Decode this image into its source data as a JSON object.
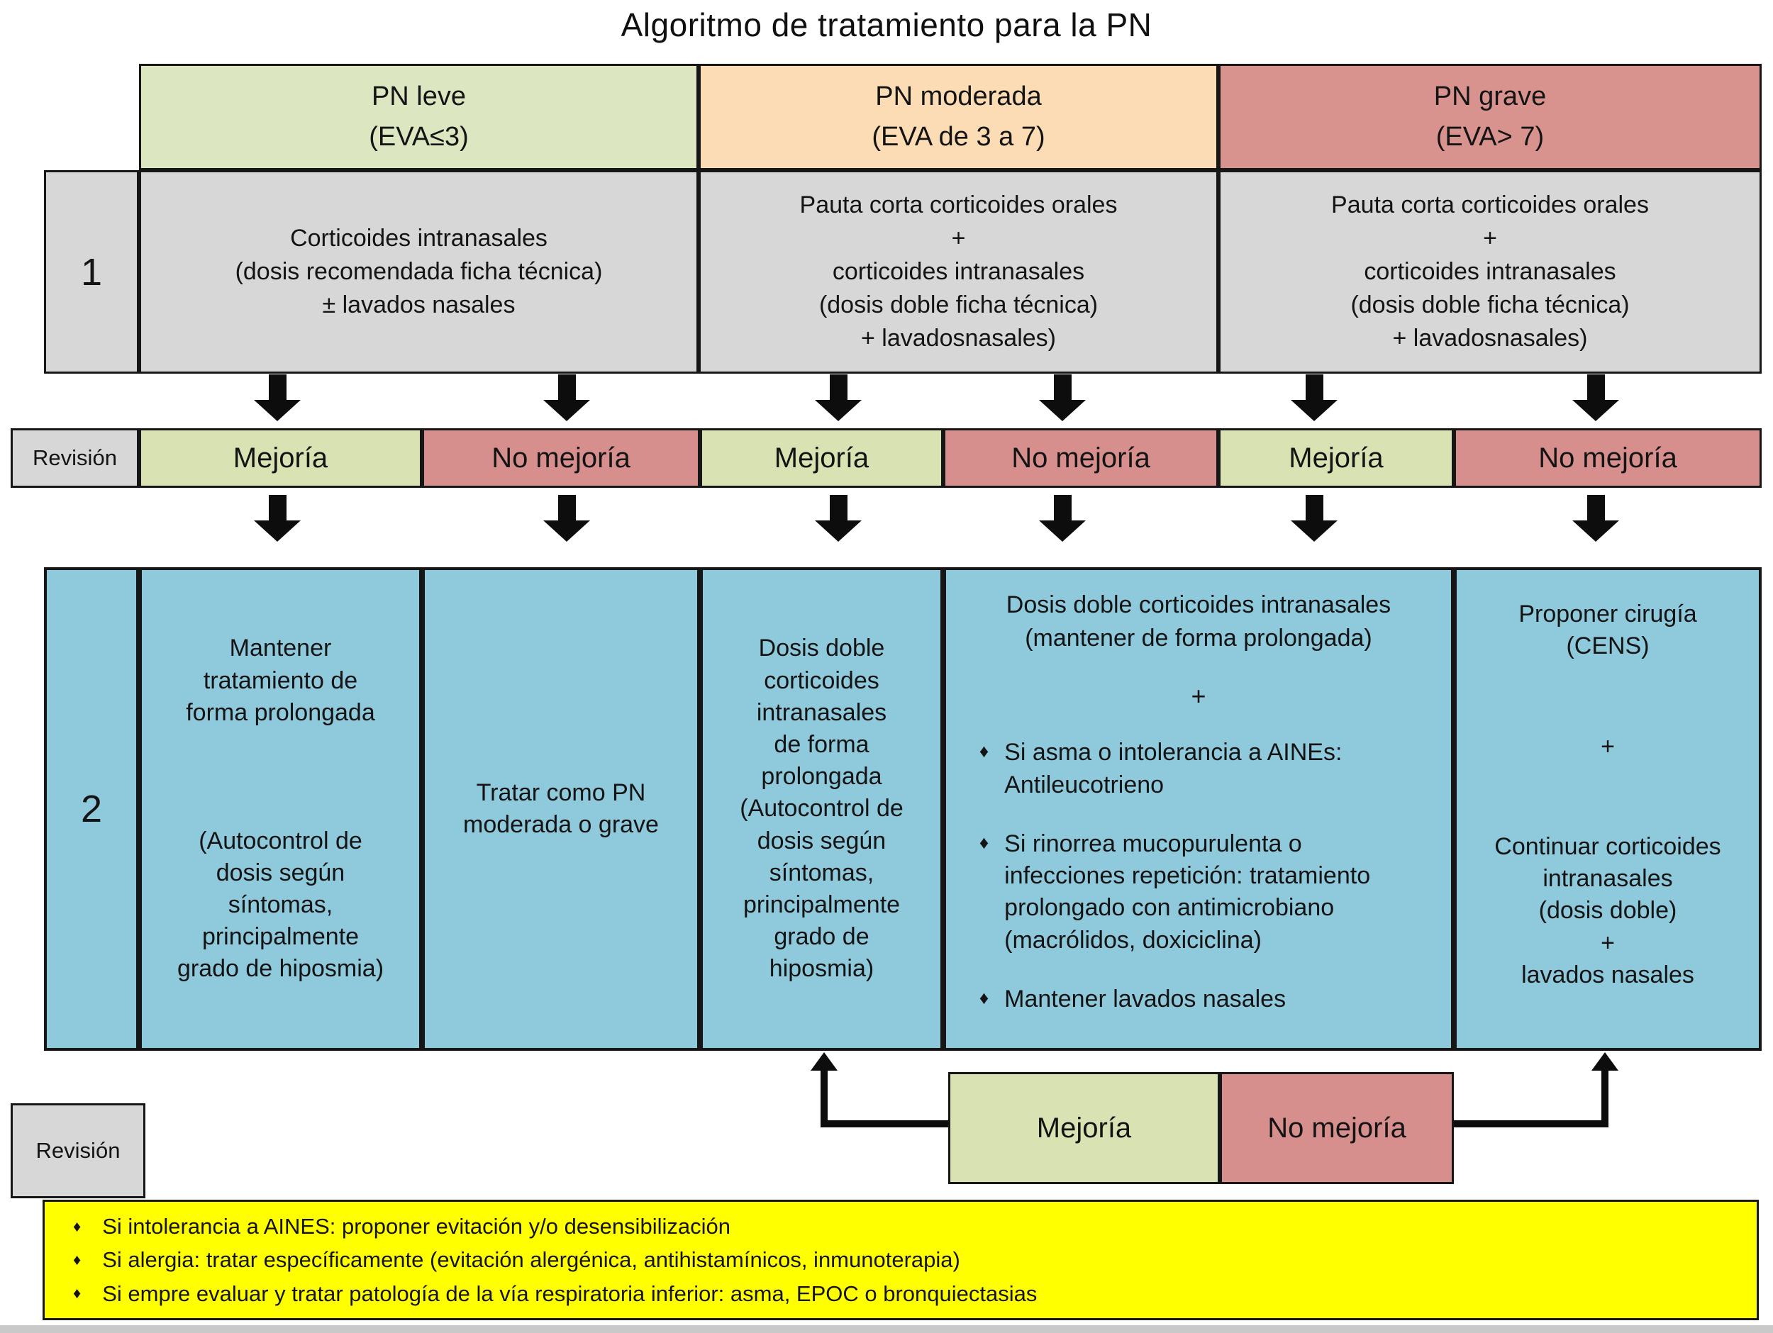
{
  "title": "Algoritmo de tratamiento para la PN",
  "colors": {
    "mild_green": "#dce6c1",
    "moderate_peach": "#fbdcb4",
    "severe_rose": "#d9938f",
    "step_gray": "#d7d7d7",
    "step_blue": "#8fc9dc",
    "improvement_green": "#d9e2b3",
    "no_improvement_red": "#d78f8d",
    "footnote_yellow": "#ffff00",
    "line_black": "#0d0d0d"
  },
  "icons": {
    "diamond_bullet": "♦"
  },
  "headers": {
    "mild": "PN leve\n(EVA≤3)",
    "moderate": "PN moderada\n(EVA de 3 a 7)",
    "severe": "PN grave\n(EVA> 7)"
  },
  "step1": {
    "label": "1",
    "mild": "Corticoides intranasales\n(dosis recomendada ficha técnica)\n± lavados nasales",
    "moderate": "Pauta corta corticoides orales\n+\ncorticoides intranasales\n(dosis doble ficha técnica)\n+ lavadosnasales)",
    "severe": "Pauta corta corticoides orales\n+\ncorticoides intranasales\n(dosis doble ficha técnica)\n+ lavadosnasales)"
  },
  "revision1": {
    "label": "Revisión",
    "boxes": [
      {
        "label": "Mejoría"
      },
      {
        "label": "No mejoría"
      },
      {
        "label": "Mejoría"
      },
      {
        "label": "No mejoría"
      },
      {
        "label": "Mejoría"
      },
      {
        "label": "No mejoría"
      }
    ]
  },
  "step2": {
    "label": "2",
    "cells": {
      "c1": "Mantener\ntratamiento de\nforma prolongada\n\n\n\n(Autocontrol de\ndosis según\nsíntomas,\nprincipalmente\ngrado de hiposmia)",
      "c2": "Tratar como PN\nmoderada o grave",
      "c3": "Dosis doble\ncorticoides\nintranasales\nde forma\nprolongada\n(Autocontrol de\ndosis según\nsíntomas,\nprincipalmente\ngrado de\nhiposmia)",
      "c4": {
        "heading": "Dosis doble corticoides intranasales\n(mantener de forma prolongada)",
        "plus": "+",
        "bullets": [
          "Si asma o intolerancia a AINEs:\nAntileucotrieno",
          "Si rinorrea mucopurulenta o\ninfecciones repetición: tratamiento\nprolongado con antimicrobiano\n(macrólidos, doxiciclina)",
          "Mantener lavados nasales"
        ]
      },
      "c5": {
        "surgery": "Proponer cirugía\n(CENS)",
        "plus": "+",
        "continue": "Continuar corticoides\nintranasales\n(dosis doble)\n+\nlavados nasales"
      }
    }
  },
  "revision2": {
    "label": "Revisión",
    "improvement": "Mejoría",
    "no_improvement": "No mejoría"
  },
  "footnotes": [
    "Si intolerancia a AINES: proponer evitación y/o desensibilización",
    "Si alergia: tratar específicamente (evitación alergénica, antihistamínicos, inmunoterapia)",
    "Si empre evaluar y tratar patología de la vía respiratoria inferior: asma, EPOC o bronquiectasias"
  ]
}
